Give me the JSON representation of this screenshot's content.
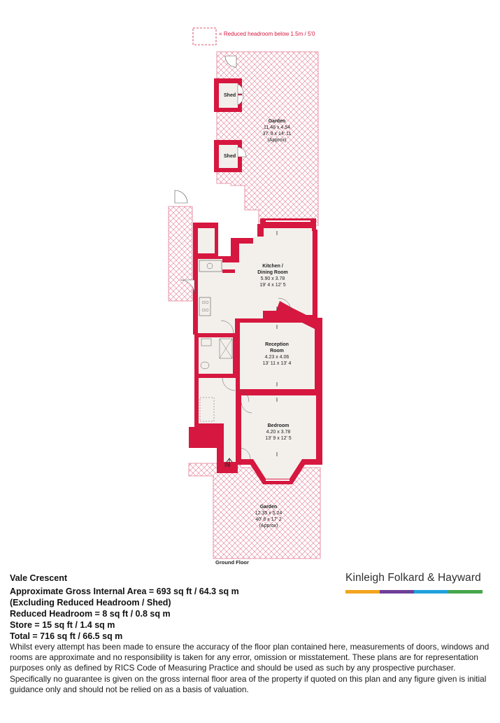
{
  "legend": {
    "text": "= Reduced headroom below 1.5m / 5'0"
  },
  "rooms": {
    "shed_top": {
      "name": "Shed"
    },
    "shed_bottom": {
      "name": "Shed"
    },
    "garden_rear": {
      "name": "Garden",
      "metric": "11.48 x 4.54",
      "imperial": "37' 8 x 14' 11",
      "note": "(Approx)"
    },
    "kitchen": {
      "name_line1": "Kitchen /",
      "name_line2": "Dining Room",
      "metric": "5.90 x 3.78",
      "imperial": "19' 4 x 12' 5"
    },
    "reception": {
      "name_line1": "Reception",
      "name_line2": "Room",
      "metric": "4.23 x 4.06",
      "imperial": "13' 11 x 13' 4"
    },
    "bedroom": {
      "name": "Bedroom",
      "metric": "4.20 x 3.78",
      "imperial": "13' 9 x 12' 5"
    },
    "garden_front": {
      "name": "Garden",
      "metric": "12.35 x 5.24",
      "imperial": "40' 6 x 17' 2",
      "note": "(Approx)"
    }
  },
  "entrance": {
    "label": "IN"
  },
  "floor_label": "Ground Floor",
  "property": {
    "address": "Vale Crescent",
    "areas": [
      "Approximate Gross Internal Area = 693 sq ft / 64.3 sq m",
      "(Excluding Reduced Headroom / Shed)",
      "Reduced Headroom = 8 sq ft / 0.8 sq m",
      "Store = 15 sq ft / 1.4 sq m",
      "Total = 716 sq ft / 66.5 sq m"
    ],
    "disclaimer": "Whilst every attempt has been made to ensure the accuracy of the floor plan contained here, measurements of doors, windows and rooms are approximate and no responsibility is taken for any error, omission or misstatement. These plans are for representation purposes only as defined by RICS Code of Measuring Practice and should be used as such by any prospective purchaser. Specifically no guarantee is given on the gross internal floor area of the property if quoted on this plan and any figure given is initial guidance only and should not be relied on as a basis of valuation."
  },
  "brand": {
    "name": "Kinleigh Folkard & Hayward",
    "bar_colors": [
      "#f2a51e",
      "#6e3f98",
      "#1fa1dc",
      "#46a64a"
    ]
  },
  "colors": {
    "wall": "#d6173f",
    "hatch": "#e88aa0",
    "floor": "#f3f0ec"
  }
}
